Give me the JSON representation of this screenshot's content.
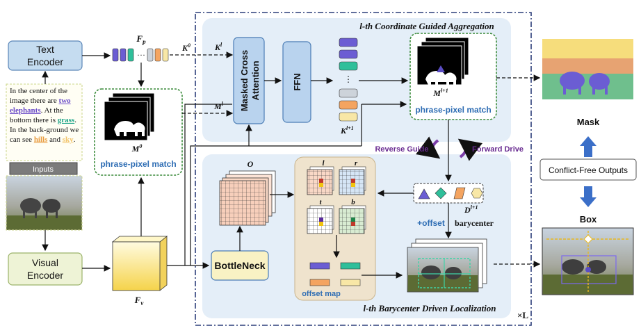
{
  "text_encoder": "Text\nEncoder",
  "visual_encoder": "Visual\nEncoder",
  "fp_label": "F_p",
  "fv_label": "F_v",
  "k0_label": "K^0",
  "kl_label": "K^l",
  "ml_label": "M^l",
  "m0_label": "M^0",
  "ml1_label": "M^{l+1}",
  "kl1_label": "K^{l+1}",
  "dl1_label": "D^{l+1}",
  "o_label": "O",
  "l_label": "l",
  "r_label": "r",
  "t_label": "t",
  "b_label": "b",
  "inputs_label": "Inputs",
  "caption": {
    "p1": "In the center of the image there are ",
    "kw1": "two elephants",
    "p2": ". At the bottom there is ",
    "kw2": "grass",
    "p3": ". In the back-ground we can see ",
    "kw3": "hills",
    "p4": " and ",
    "kw4": "sky",
    "p5": "."
  },
  "masked_cross_attention": "Masked Cross\nAttention",
  "ffn": "FFN",
  "bottleneck": "BottleNeck",
  "phrase_pixel_match": "phrase-pixel match",
  "phrase_pixel_match_2": "phrase-pixel match",
  "coord_title": "l-th Coordinate Guided Aggregation",
  "bary_title": "l-th Barycenter Driven Localization",
  "reverse_guide": "Reverse Guide",
  "forward_drive": "Forward Drive",
  "plus_offset": "+offset",
  "barycenter": "barycenter",
  "offset_map": "offset map",
  "repeat": "×L",
  "mask_label": "Mask",
  "box_label": "Box",
  "conflict_free": "Conflict-Free Outputs",
  "colors": {
    "purple": "#6b4cc9",
    "teal": "#1ea58a",
    "orange": "#f4a460",
    "yellow": "#f6e3a1",
    "panel_bg": "#e4eef8",
    "dash_border": "#2c3e7a"
  }
}
